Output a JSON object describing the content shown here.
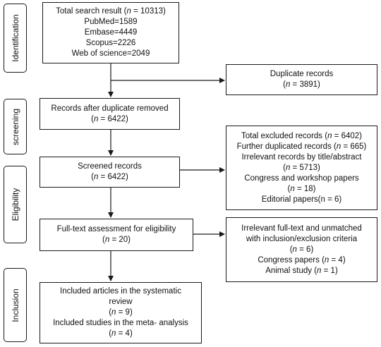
{
  "stages": [
    {
      "id": "identification",
      "label": "Identification"
    },
    {
      "id": "screening",
      "label": "screening"
    },
    {
      "id": "eligibility",
      "label": "Eligibility"
    },
    {
      "id": "inclusion",
      "label": "Inclusion"
    }
  ],
  "boxes": {
    "search": {
      "line1_pre": "Total search result (",
      "line1_n": "n",
      "line1_post": " = 10313)",
      "line2": "PubMed=1589",
      "line3": "Embase=4449",
      "line4": "Scopus=2226",
      "line5": "Web of science=2049"
    },
    "duplicates": {
      "line1": "Duplicate records",
      "line2_pre": "(",
      "line2_n": "n",
      "line2_post": " = 3891)"
    },
    "after_dup": {
      "line1": "Records after duplicate removed",
      "line2_pre": "(",
      "line2_n": "n",
      "line2_post": " = 6422)"
    },
    "excluded": {
      "l1_pre": "Total excluded records (",
      "l1_n": "n",
      "l1_post": " = 6402)",
      "l2_pre": "Further duplicated records (",
      "l2_n": "n",
      "l2_post": " = 665)",
      "l3": "Irrelevant records by title/abstract",
      "l4_pre": "(",
      "l4_n": "n",
      "l4_post": " = 5713)",
      "l5": "Congress and workshop papers",
      "l6_pre": "(",
      "l6_n": "n",
      "l6_post": " = 18)",
      "l7": "Editorial papers(n = 6)"
    },
    "screened": {
      "line1": "Screened records",
      "line2_pre": "(",
      "line2_n": "n",
      "line2_post": " = 6422)"
    },
    "fulltext": {
      "line1": "Full-text assessment for eligibility",
      "line2_pre": "(",
      "line2_n": "n",
      "line2_post": " = 20)"
    },
    "ft_excluded": {
      "l1": "Irrelevant full-text and unmatched",
      "l2": "with inclusion/exclusion criteria",
      "l3_pre": "(",
      "l3_n": "n",
      "l3_post": " = 6)",
      "l4_pre": "Congress papers (",
      "l4_n": "n",
      "l4_post": " = 4)",
      "l5_pre": "Animal study (",
      "l5_n": "n",
      "l5_post": " = 1)"
    },
    "included": {
      "l1": "Included articles in the systematic",
      "l2": "review",
      "l3_pre": "(",
      "l3_n": "n",
      "l3_post": " = 9)",
      "l4": "Included studies in the meta- analysis",
      "l5_pre": "(",
      "l5_n": "n",
      "l5_post": " = 4)"
    }
  }
}
